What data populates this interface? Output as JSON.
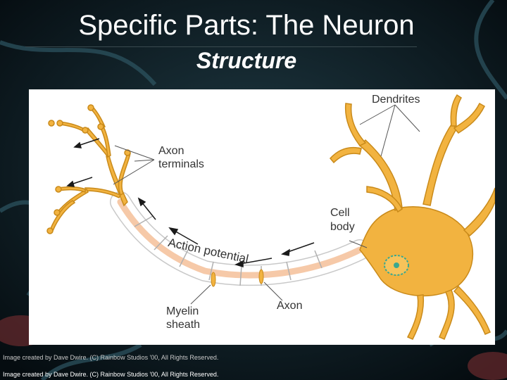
{
  "slide": {
    "title": "Specific Parts: The Neuron",
    "subtitle": "Structure"
  },
  "diagram": {
    "labels": {
      "dendrites": "Dendrites",
      "axon_terminals_1": "Axon",
      "axon_terminals_2": "terminals",
      "cell_body_1": "Cell",
      "cell_body_2": "body",
      "action_potential": "Action potential",
      "myelin_1": "Myelin",
      "myelin_2": "sheath",
      "axon": "Axon"
    }
  },
  "credits": {
    "line1": "Image created by Dave Dwire. (C) Rainbow Studios '00, All Rights Reserved.",
    "line2": "Image created by Dave Dwire. (C) Rainbow Studios '00, All Rights Reserved."
  },
  "colors": {
    "neuron_fill": "#f2b340",
    "neuron_stroke": "#c98a1a",
    "axon_core": "#f6c9a8",
    "myelin": "#ffffff",
    "background": "#0b1a22"
  }
}
